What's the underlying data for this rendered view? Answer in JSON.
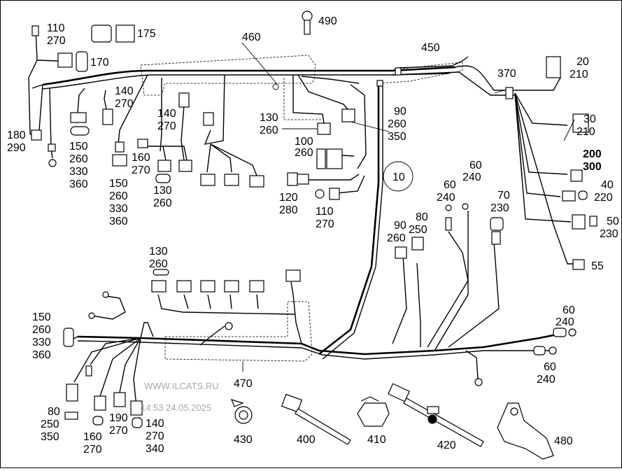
{
  "labels": {
    "c110": "110",
    "c110b": "270",
    "c175": "175",
    "c170": "170",
    "c460": "460",
    "c490": "490",
    "c450": "450",
    "c20": "20",
    "c20b": "210",
    "c370": "370",
    "c140a": "140",
    "c140ab": "270",
    "c140b": "140",
    "c140bb": "270",
    "c180": "180",
    "c180b": "290",
    "c150a1": "150",
    "c150a2": "260",
    "c150a3": "330",
    "c150a4": "360",
    "c160a": "160",
    "c160ab": "270",
    "c150b1": "150",
    "c150b2": "260",
    "c150b3": "330",
    "c150b4": "360",
    "c130a": "130",
    "c130ab": "260",
    "c130b": "130",
    "c130bb": "260",
    "c90a": "90",
    "c90a2": "260",
    "c90a3": "350",
    "c100": "100",
    "c100b": "260",
    "c10": "10",
    "c30": "30",
    "c30b": "210",
    "c200": "200",
    "c300": "300",
    "c40": "40",
    "c40b": "220",
    "c50": "50",
    "c50b": "230",
    "c55": "55",
    "c60a": "60",
    "c60ab": "240",
    "c60b": "60",
    "c60bb": "240",
    "c70": "70",
    "c70b": "230",
    "c120": "120",
    "c120b": "280",
    "c110b2": "110",
    "c110b2b": "270",
    "c90b": "90",
    "c90bb": "260",
    "c80a": "80",
    "c80ab": "250",
    "c130c": "130",
    "c130cb": "260",
    "c150c1": "150",
    "c150c2": "260",
    "c150c3": "330",
    "c150c4": "360",
    "c60c": "60",
    "c60cb": "240",
    "c60d": "60",
    "c60db": "240",
    "c470": "470",
    "c80b1": "80",
    "c80b2": "250",
    "c80b3": "350",
    "c160b": "160",
    "c160bb": "270",
    "c190": "190",
    "c190b": "270",
    "c140c1": "140",
    "c140c2": "270",
    "c140c3": "340",
    "c430": "430",
    "c400": "400",
    "c410": "410",
    "c420": "420",
    "c480": "480"
  },
  "watermark": {
    "line1": "WWW.ILCATS.RU",
    "line2": "14:53 24.05.2025"
  }
}
